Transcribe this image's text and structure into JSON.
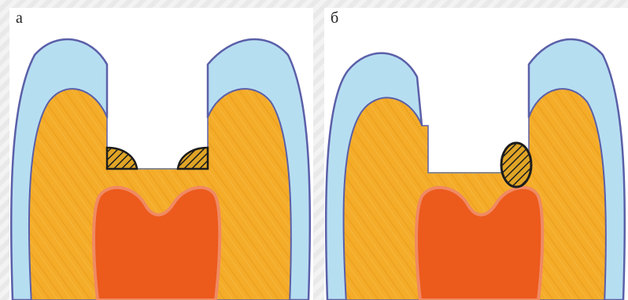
{
  "figure": {
    "panels": [
      {
        "label": "а",
        "filling": "two-half-round-overhangs"
      },
      {
        "label": "б",
        "filling": "single-round-overhang"
      }
    ],
    "colors": {
      "enamel": "#b6def1",
      "enamel_outline": "#5b5fa8",
      "dentin": "#f4ac29",
      "dentin_texture": "#e59a17",
      "pulp": "#ec5a1c",
      "pulp_outline": "#f08a63",
      "overhang_fill": "#e0a526",
      "overhang_stroke": "#1d1d1d",
      "cavity_floor": "#8a8a8a"
    }
  }
}
